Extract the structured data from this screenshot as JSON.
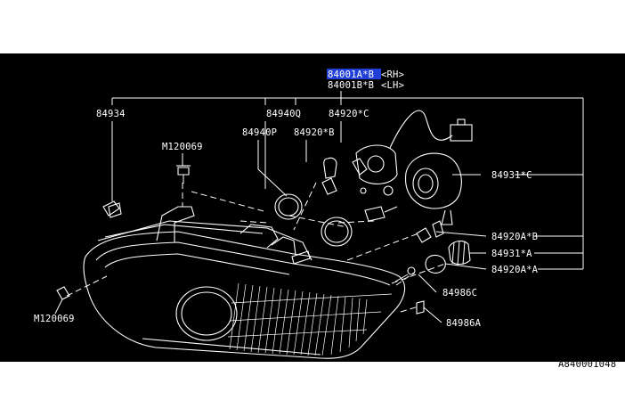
{
  "diagram": {
    "header": {
      "rh": {
        "part": "84001A*B",
        "side": "<RH>"
      },
      "lh": {
        "part": "84001B*B",
        "side": "<LH>"
      }
    },
    "labels": {
      "p84934": "84934",
      "p84940q": "84940Q",
      "p84940p": "84940P",
      "p84920c": "84920*C",
      "p84920b": "84920*B",
      "m_top": "M120069",
      "m_bottom": "M120069",
      "p84931c": "84931*C",
      "p84920ab": "84920A*B",
      "p84931a": "84931*A",
      "p84920aa": "84920A*A",
      "p84986c": "84986C",
      "p84986a": "84986A",
      "ref_code": "A840001048"
    },
    "colors": {
      "background": "#000000",
      "lines": "#ffffff",
      "highlight": "#1f3fd6"
    }
  }
}
